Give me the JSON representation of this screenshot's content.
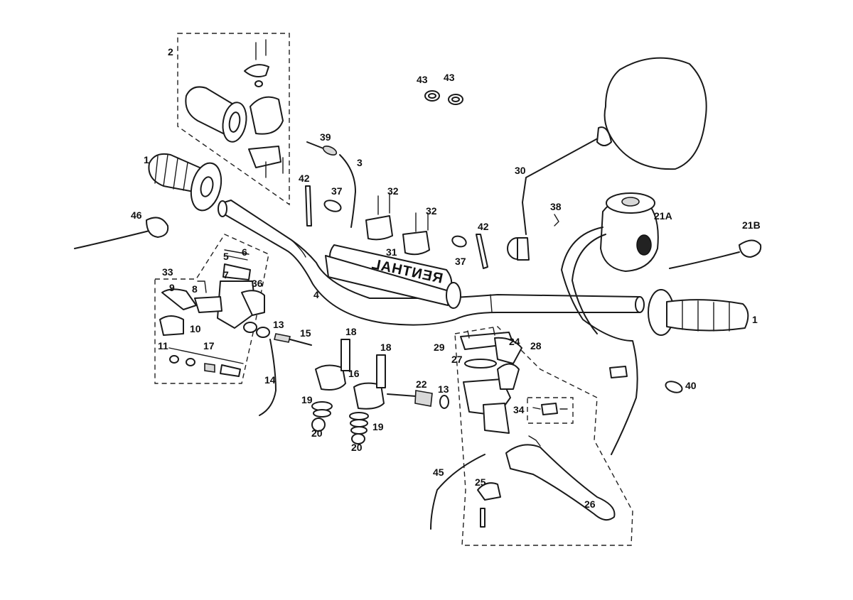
{
  "diagram": {
    "brand_text": "RENTHAL",
    "labels": {
      "l1_left": "1",
      "l1_right": "1",
      "l2": "2",
      "l3": "3",
      "l4": "4",
      "l5": "5",
      "l6": "6",
      "l7": "7",
      "l8": "8",
      "l9": "9",
      "l10": "10",
      "l11": "11",
      "l13_a": "13",
      "l13_b": "13",
      "l14": "14",
      "l15": "15",
      "l16": "16",
      "l17": "17",
      "l18_a": "18",
      "l18_b": "18",
      "l19_a": "19",
      "l19_b": "19",
      "l20_a": "20",
      "l20_b": "20",
      "l21a": "21A",
      "l21b": "21B",
      "l22": "22",
      "l24": "24",
      "l25": "25",
      "l26": "26",
      "l27": "27",
      "l28": "28",
      "l29": "29",
      "l30": "30",
      "l31": "31",
      "l32_a": "32",
      "l32_b": "32",
      "l33": "33",
      "l34": "34",
      "l36": "36",
      "l37_a": "37",
      "l37_b": "37",
      "l38": "38",
      "l39": "39",
      "l40": "40",
      "l42_a": "42",
      "l42_b": "42",
      "l43_a": "43",
      "l43_b": "43",
      "l45": "45",
      "l46": "46"
    }
  }
}
